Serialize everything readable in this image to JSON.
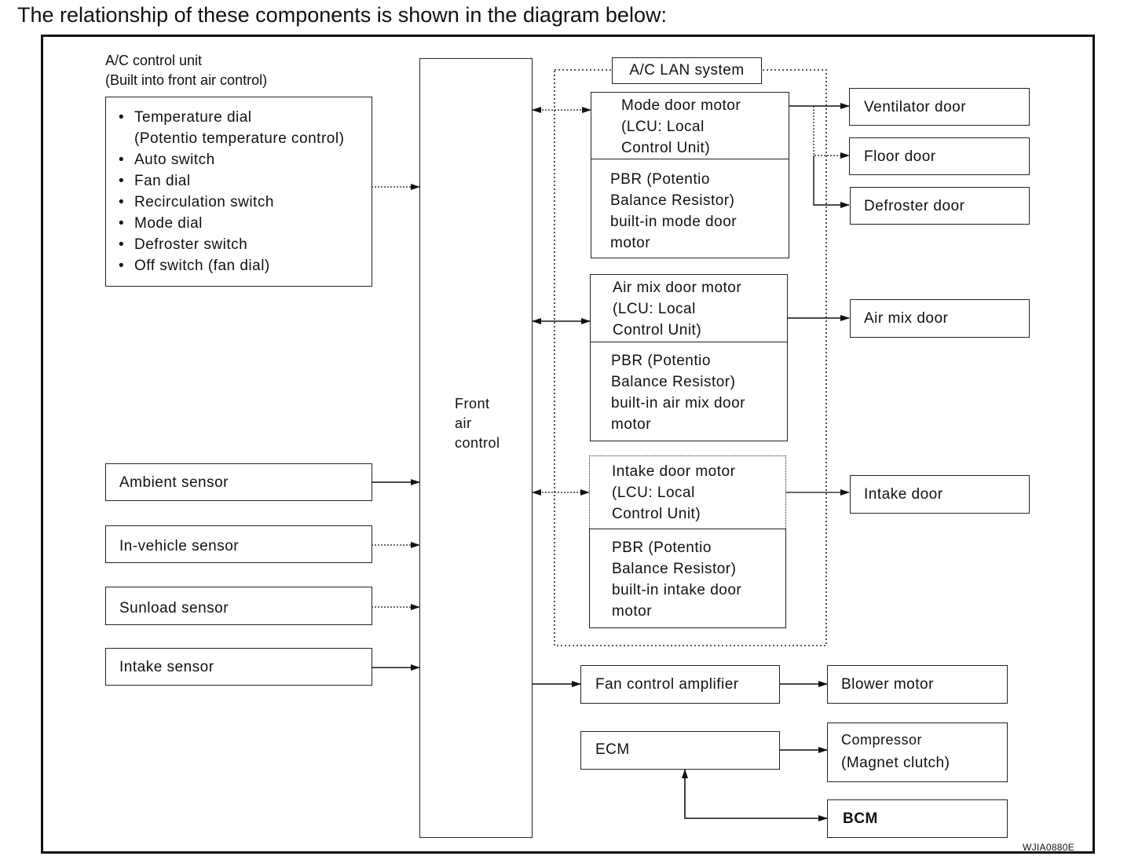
{
  "intro": "The relationship of these components is shown in the diagram below:",
  "ac_control_unit": {
    "title_line1": "A/C control unit",
    "title_line2": "(Built into front air control)",
    "items": [
      "Temperature dial",
      "(Potentio temperature control)",
      "Auto switch",
      "Fan dial",
      "Recirculation switch",
      "Mode dial",
      "Defroster switch",
      "Off switch (fan dial)"
    ]
  },
  "sensors": {
    "ambient": "Ambient sensor",
    "in_vehicle": "In-vehicle sensor",
    "sunload": "Sunload sensor",
    "intake": "Intake sensor"
  },
  "front_air_control": [
    "Front",
    "air",
    "control"
  ],
  "lan_system": "A/C LAN system",
  "mode_motor": {
    "lcu": [
      "Mode door motor",
      "(LCU: Local",
      "Control Unit)"
    ],
    "pbr": [
      "PBR (Potentio",
      "Balance Resistor)",
      "built-in mode door",
      "motor"
    ]
  },
  "airmix_motor": {
    "lcu": [
      "Air mix door motor",
      "(LCU: Local",
      "Control Unit)"
    ],
    "pbr": [
      "PBR (Potentio",
      "Balance Resistor)",
      "built-in air mix door",
      "motor"
    ]
  },
  "intake_motor": {
    "lcu": [
      "Intake door motor",
      "(LCU: Local",
      "Control Unit)"
    ],
    "pbr": [
      "PBR (Potentio",
      "Balance Resistor)",
      "built-in intake door",
      "motor"
    ]
  },
  "doors": {
    "ventilator": "Ventilator door",
    "floor": "Floor door",
    "defroster": "Defroster door",
    "air_mix": "Air mix door",
    "intake": "Intake door"
  },
  "fan_control_amplifier": "Fan control amplifier",
  "blower_motor": "Blower motor",
  "ecm": "ECM",
  "compressor": [
    "Compressor",
    "(Magnet clutch)"
  ],
  "bcm": "BCM",
  "figure_code": "WJIA0880E"
}
